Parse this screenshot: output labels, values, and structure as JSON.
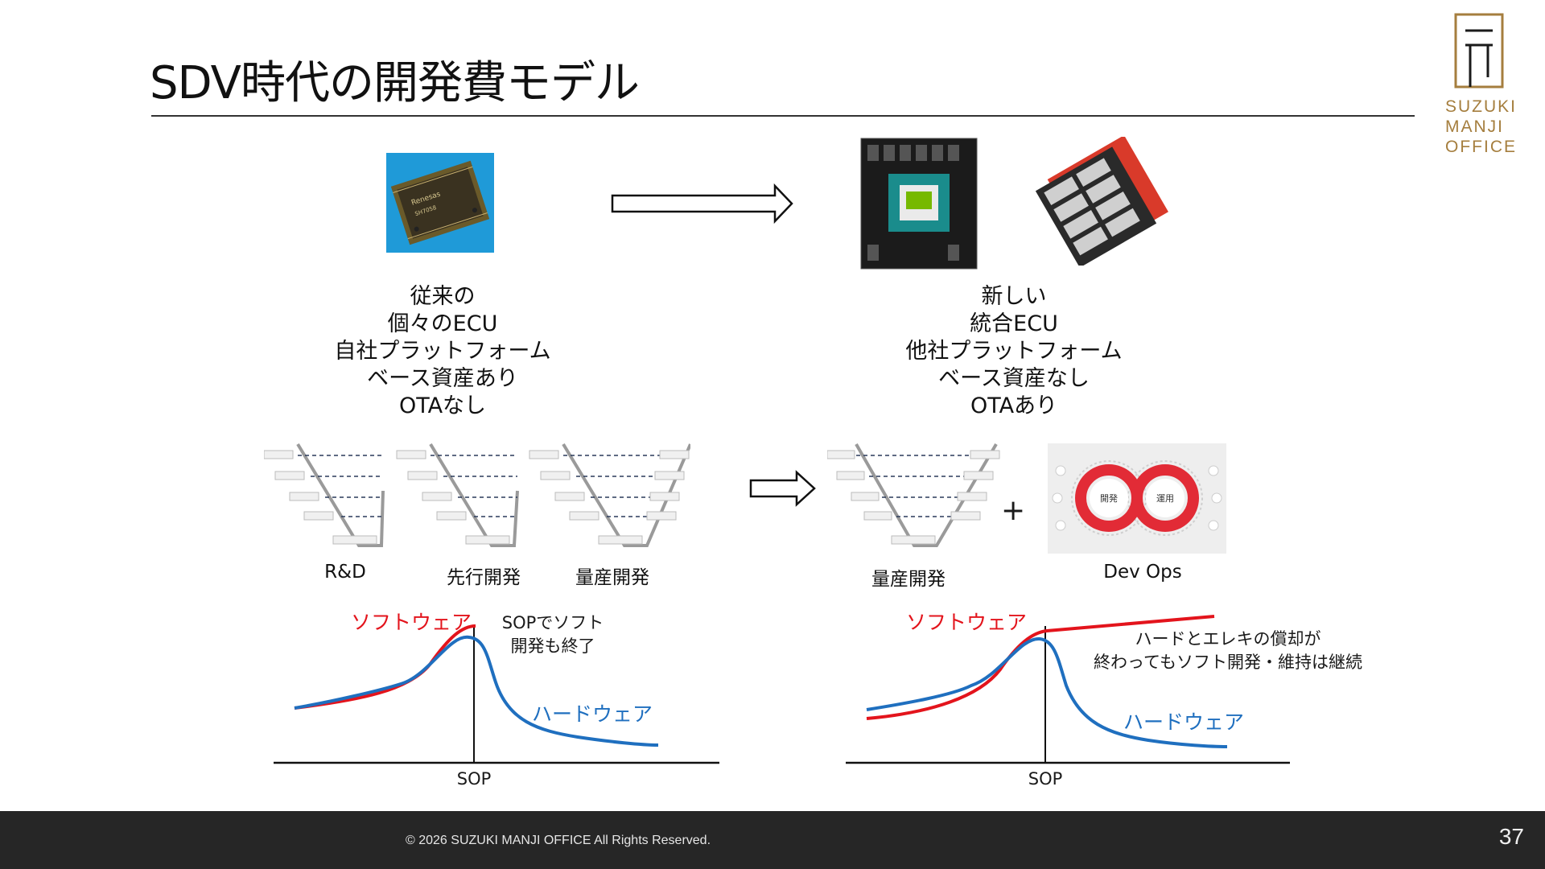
{
  "slide": {
    "title": "SDV時代の開発費モデル",
    "page_number": "37",
    "copyright": "© 2026  SUZUKI MANJI OFFICE All Rights Reserved."
  },
  "logo": {
    "lines": [
      "SUZUKI",
      "MANJI",
      "OFFICE"
    ],
    "color": "#a57e3e"
  },
  "left": {
    "caption": "従来の\n個々のECU\n自社プラットフォーム\nベース資産あり\nOTAなし",
    "v_labels": [
      "R&D",
      "先行開発",
      "量産開発"
    ],
    "curve_labels": {
      "software": "ソフトウェア",
      "hardware": "ハードウェア",
      "annotation": "SOPでソフト\n開発も終了",
      "axis": "SOP"
    }
  },
  "right": {
    "caption": "新しい\n統合ECU\n他社プラットフォーム\nベース資産なし\nOTAあり",
    "v_label": "量産開発",
    "devops_label": "Dev Ops",
    "plus": "+",
    "devops_loop": {
      "left": "開発",
      "right": "運用"
    },
    "curve_labels": {
      "software": "ソフトウェア",
      "hardware": "ハードウェア",
      "annotation": "ハードとエレキの償却が\n終わってもソフト開発・維持は継続",
      "axis": "SOP"
    }
  },
  "colors": {
    "software": "#e3141c",
    "hardware": "#1f6fbf",
    "footer": "#262626"
  }
}
